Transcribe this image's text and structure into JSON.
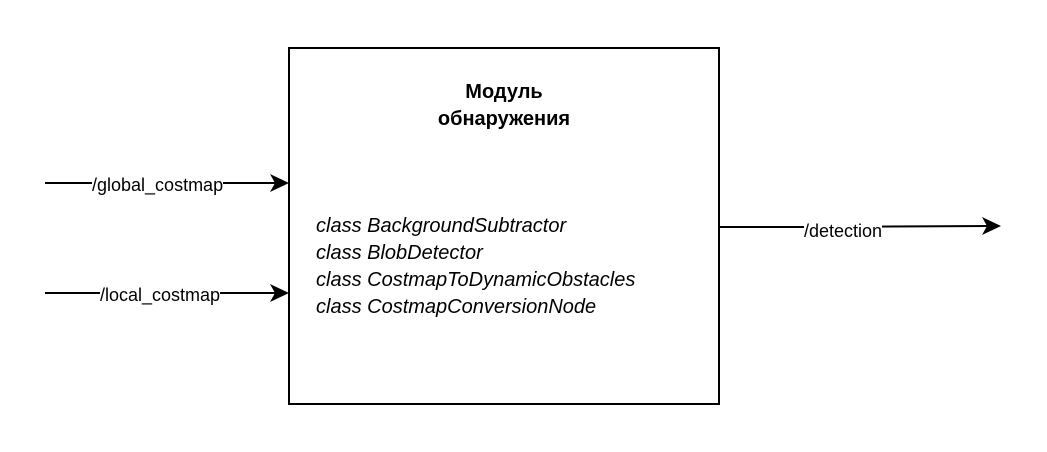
{
  "module": {
    "title_line1": "Модуль",
    "title_line2": "обнаружения",
    "classes": [
      "class BackgroundSubtractor",
      "class BlobDetector",
      "class CostmapToDynamicObstacles",
      "class CostmapConversionNode"
    ]
  },
  "edges": {
    "global_costmap": "/global_costmap",
    "local_costmap": "/local_costmap",
    "detection": "/detection"
  }
}
